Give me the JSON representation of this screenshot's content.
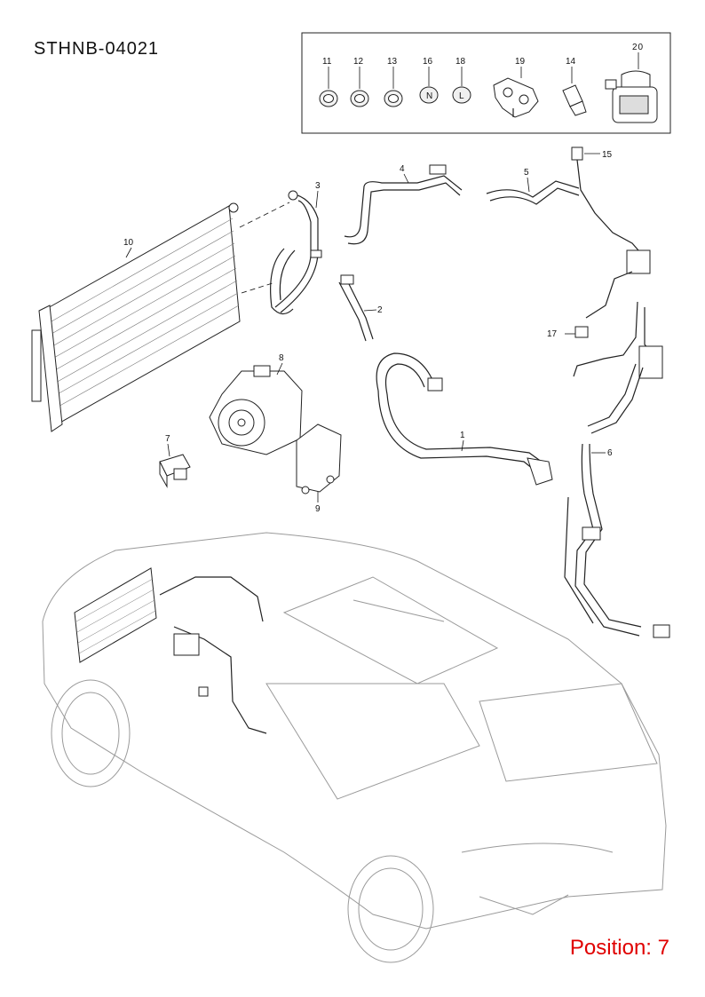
{
  "header": {
    "code": "STHNB-04021"
  },
  "footer": {
    "position": "Position: 7"
  },
  "legend_box": {
    "items": [
      {
        "num": "11",
        "icon": "o-ring-icon"
      },
      {
        "num": "12",
        "icon": "o-ring-icon"
      },
      {
        "num": "13",
        "icon": "o-ring-icon"
      },
      {
        "num": "16",
        "icon": "cap-n-icon",
        "mark": "N"
      },
      {
        "num": "18",
        "icon": "cap-l-icon",
        "mark": "L"
      },
      {
        "num": "19",
        "icon": "clamp-bracket-icon"
      },
      {
        "num": "14",
        "icon": "valve-core-icon"
      },
      {
        "num": "20",
        "icon": "oil-bottle-icon"
      }
    ]
  },
  "callouts": {
    "c1": "1",
    "c2": "2",
    "c3": "3",
    "c4": "4",
    "c5": "5",
    "c6": "6",
    "c7": "7",
    "c8": "8",
    "c9": "9",
    "c10": "10",
    "c15": "15",
    "c17": "17"
  }
}
